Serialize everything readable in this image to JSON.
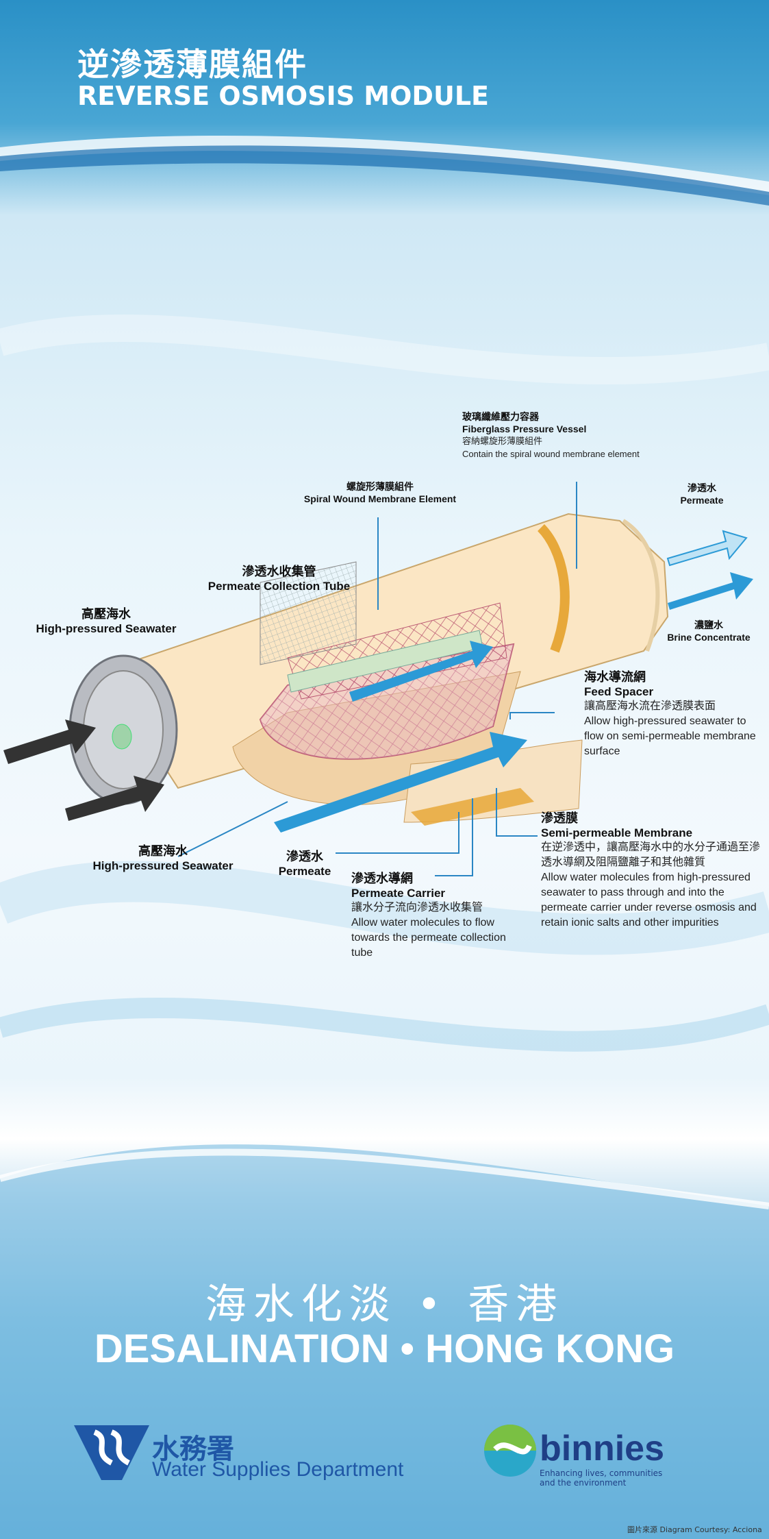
{
  "header": {
    "title_zh": "逆滲透薄膜組件",
    "title_en": "REVERSE OSMOSIS MODULE"
  },
  "labels": {
    "pressure_vessel": {
      "zh": "玻璃纖維壓力容器",
      "en": "Fiberglass Pressure Vessel",
      "desc_zh": "容納螺旋形薄膜組件",
      "desc_en": "Contain the spiral wound membrane element"
    },
    "spiral_wound": {
      "zh": "螺旋形薄膜組件",
      "en": "Spiral Wound Membrane Element"
    },
    "permeate_top": {
      "zh": "滲透水",
      "en": "Permeate"
    },
    "brine": {
      "zh": "濃鹽水",
      "en": "Brine Concentrate"
    },
    "collection_tube": {
      "zh": "滲透水收集管",
      "en": "Permeate Collection Tube"
    },
    "seawater_top": {
      "zh": "高壓海水",
      "en": "High-pressured  Seawater"
    },
    "feed_spacer": {
      "zh": "海水導流網",
      "en": "Feed Spacer",
      "desc_zh": "讓高壓海水流在滲透膜表面",
      "desc_en": "Allow high-pressured seawater to flow on semi-permeable membrane surface"
    },
    "membrane": {
      "zh": "滲透膜",
      "en": "Semi-permeable  Membrane",
      "desc_zh": "在逆滲透中，讓高壓海水中的水分子通過至滲透水導網及阻隔鹽離子和其他雜質",
      "desc_en": "Allow water molecules from high-pressured seawater to pass through and into the permeate carrier under reverse osmosis and retain ionic salts and other impurities"
    },
    "seawater_bottom": {
      "zh": "高壓海水",
      "en": "High-pressured  Seawater"
    },
    "permeate_bottom": {
      "zh": "滲透水",
      "en": "Permeate"
    },
    "permeate_carrier": {
      "zh": "滲透水導網",
      "en": "Permeate Carrier",
      "desc_zh": "讓水分子流向滲透水收集管",
      "desc_en": "Allow water molecules to flow towards the permeate collection tube"
    }
  },
  "footer": {
    "tagline_zh": "海水化淡 • 香港",
    "tagline_en": "DESALINATION   •   HONG KONG",
    "wsd_zh": "水務署",
    "wsd_en": "Water Supplies Department",
    "binnies": "binnies",
    "binnies_tagline": "Enhancing lives, communities and the environment",
    "credit": "圖片來源 Diagram Courtesy: Acciona"
  },
  "colors": {
    "header_blue": "#2a90c6",
    "arrow_blue": "#1f8fd0",
    "vessel": "#fbe4bf",
    "membrane_pink": "#e9b9c9",
    "wsd_blue": "#1f57a6"
  }
}
